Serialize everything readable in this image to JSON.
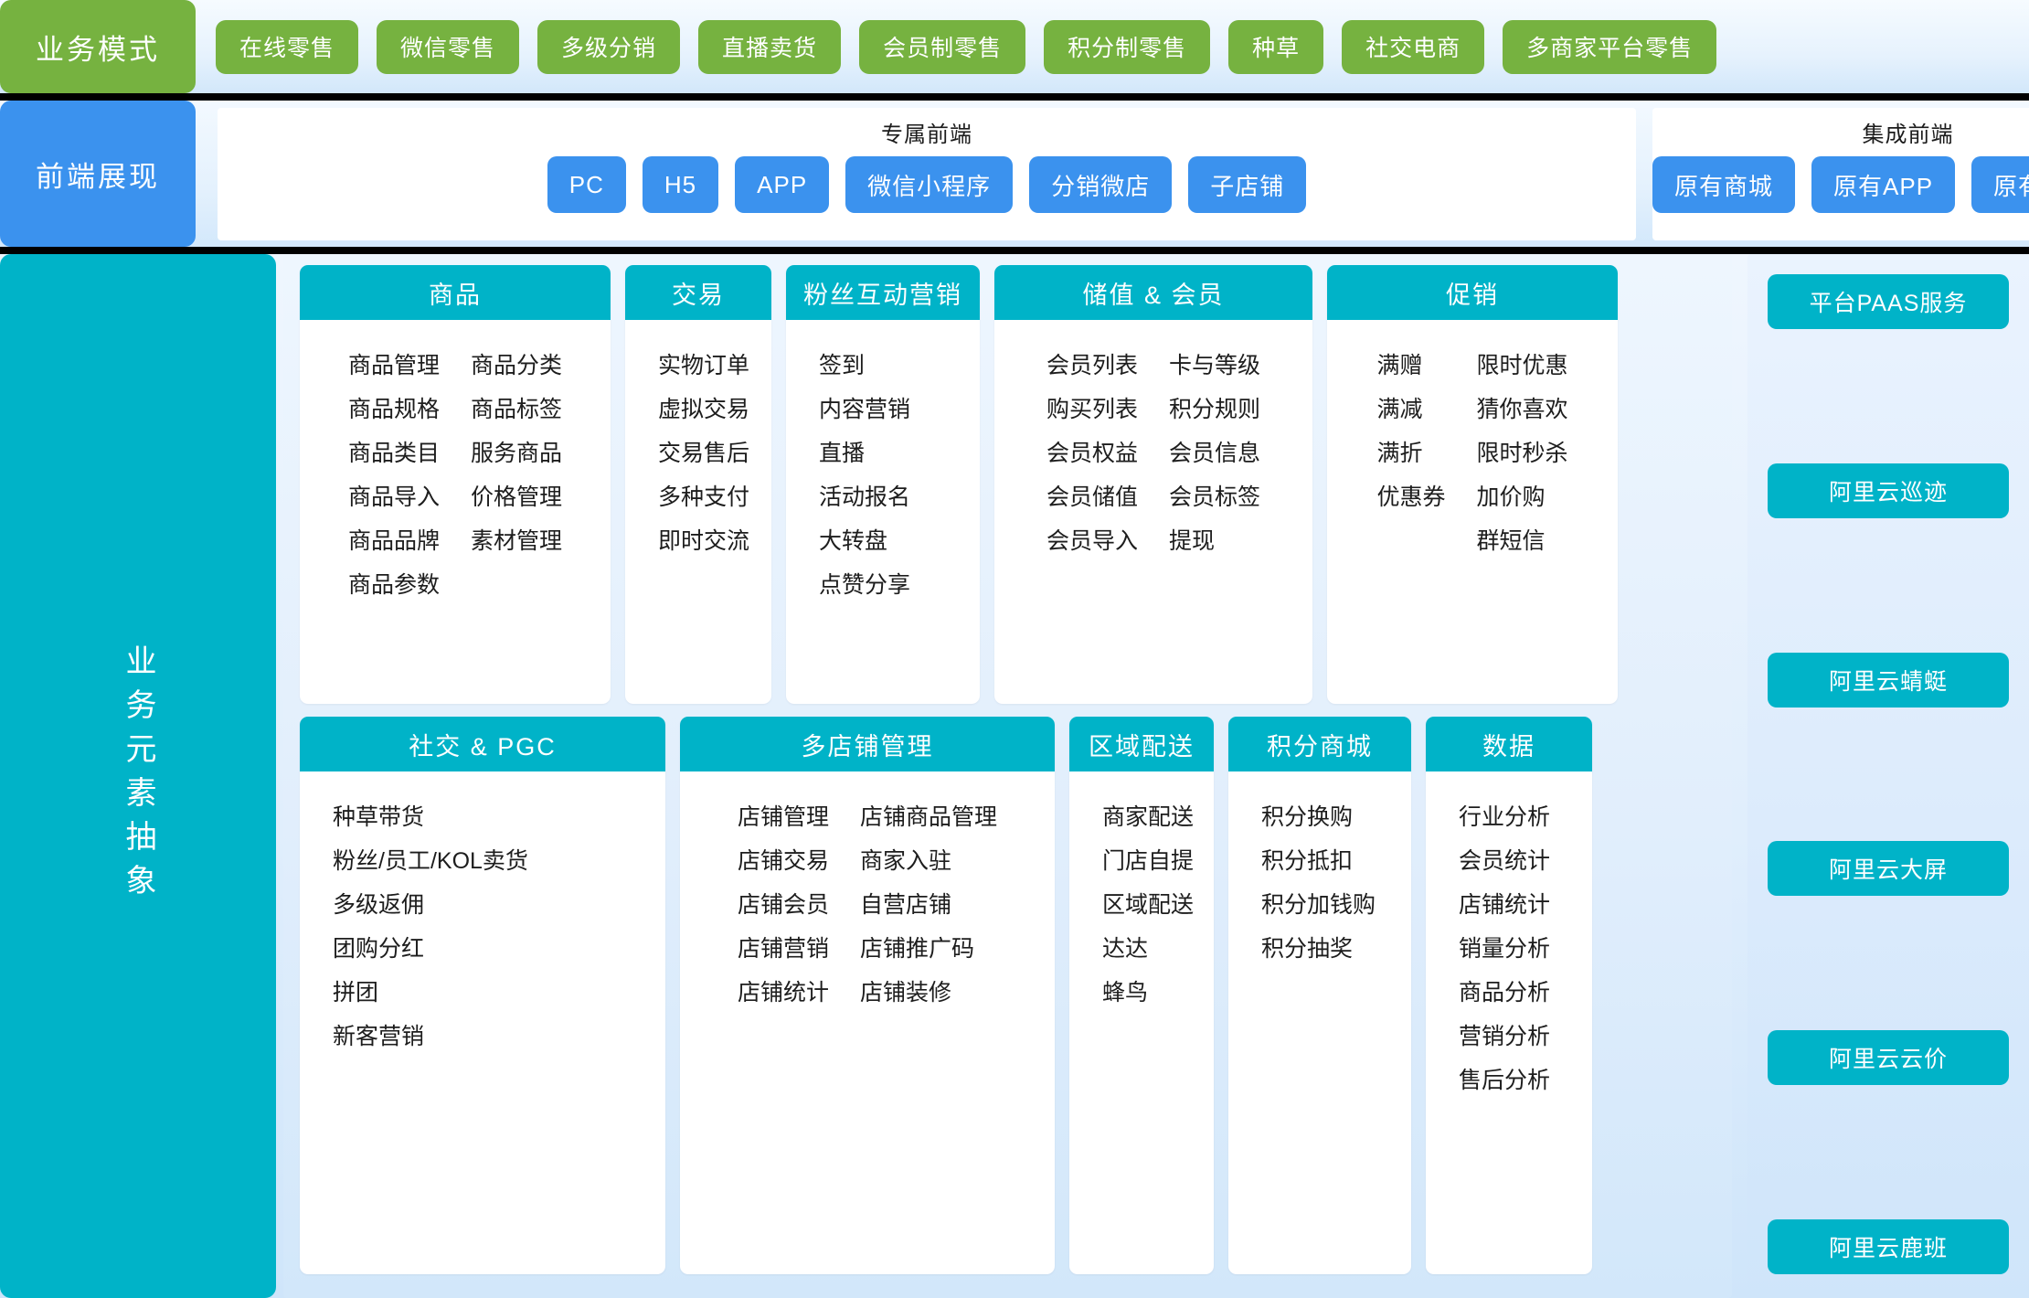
{
  "business_mode": {
    "label": "业务模式",
    "color": "#76b240",
    "items": [
      "在线零售",
      "微信零售",
      "多级分销",
      "直播卖货",
      "会员制零售",
      "积分制零售",
      "种草",
      "社交电商",
      "多商家平台零售"
    ]
  },
  "frontend": {
    "label": "前端展现",
    "color": "#3b92ee",
    "groups": [
      {
        "title": "专属前端",
        "items": [
          "PC",
          "H5",
          "APP",
          "微信小程序",
          "分销微店",
          "子店铺"
        ]
      },
      {
        "title": "集成前端",
        "items": [
          "原有商城",
          "原有APP",
          "原有业务系统"
        ]
      }
    ]
  },
  "core": {
    "label": "业务元素抽象",
    "color": "#00b3c8",
    "cards_row1": [
      {
        "title": "商品",
        "columns": [
          [
            "商品管理",
            "商品规格",
            "商品类目",
            "商品导入",
            "商品品牌",
            "商品参数"
          ],
          [
            "商品分类",
            "商品标签",
            "服务商品",
            "价格管理",
            "素材管理"
          ]
        ]
      },
      {
        "title": "交易",
        "columns": [
          [
            "实物订单",
            "虚拟交易",
            "交易售后",
            "多种支付",
            "即时交流"
          ]
        ]
      },
      {
        "title": "粉丝互动营销",
        "columns": [
          [
            "签到",
            "内容营销",
            "直播",
            "活动报名",
            "大转盘",
            "点赞分享"
          ]
        ]
      },
      {
        "title": "储值 & 会员",
        "columns": [
          [
            "会员列表",
            "购买列表",
            "会员权益",
            "会员储值",
            "会员导入"
          ],
          [
            "卡与等级",
            "积分规则",
            "会员信息",
            "会员标签",
            "提现"
          ]
        ]
      },
      {
        "title": "促销",
        "columns": [
          [
            "满赠",
            "满减",
            "满折",
            "优惠券"
          ],
          [
            "限时优惠",
            "猜你喜欢",
            "限时秒杀",
            "加价购",
            "群短信"
          ]
        ]
      }
    ],
    "cards_row2": [
      {
        "title": "社交 & PGC",
        "columns": [
          [
            "种草带货",
            "粉丝/员工/KOL卖货",
            "多级返佣",
            "团购分红",
            "拼团",
            "新客营销"
          ]
        ]
      },
      {
        "title": "多店铺管理",
        "columns": [
          [
            "店铺管理",
            "店铺交易",
            "店铺会员",
            "店铺营销",
            "店铺统计"
          ],
          [
            "店铺商品管理",
            "商家入驻",
            "自营店铺",
            "店铺推广码",
            "店铺装修"
          ]
        ]
      },
      {
        "title": "区域配送",
        "columns": [
          [
            "商家配送",
            "门店自提",
            "区域配送",
            "达达",
            "蜂鸟"
          ]
        ]
      },
      {
        "title": "积分商城",
        "columns": [
          [
            "积分换购",
            "积分抵扣",
            "积分加钱购",
            "积分抽奖"
          ]
        ]
      },
      {
        "title": "数据",
        "columns": [
          [
            "行业分析",
            "会员统计",
            "店铺统计",
            "销量分析",
            "商品分析",
            "营销分析",
            "售后分析"
          ]
        ]
      }
    ],
    "side_items": [
      "平台PAAS服务",
      "阿里云巡迹",
      "阿里云蜻蜓",
      "阿里云大屏",
      "阿里云云价",
      "阿里云鹿班"
    ]
  }
}
